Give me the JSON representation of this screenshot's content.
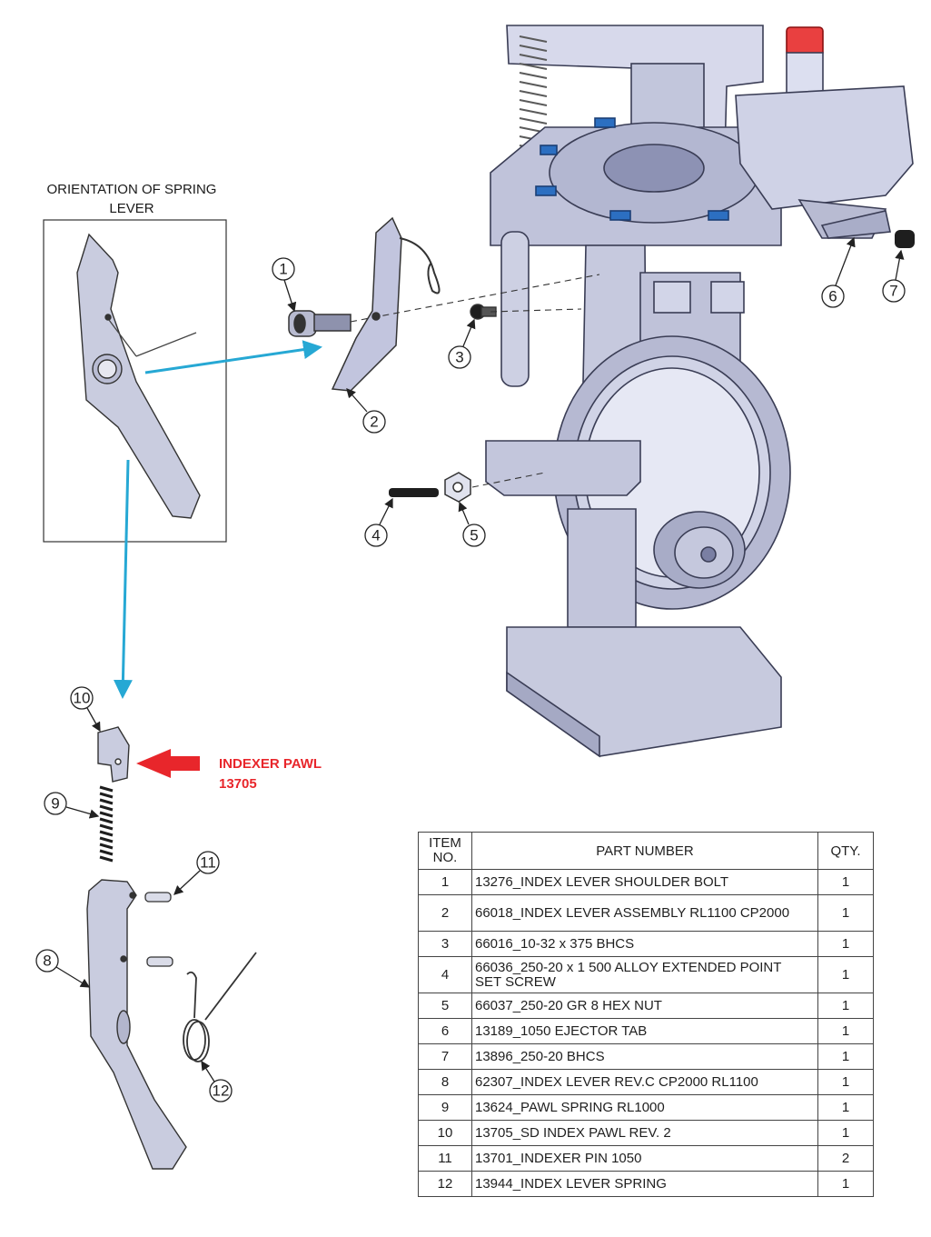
{
  "orientation_caption": "ORIENTATION OF SPRING LEVER",
  "pawl_callout": {
    "line1": "INDEXER PAWL",
    "line2": "13705",
    "color": "#e8262b"
  },
  "accent_color": "#26a8d4",
  "balloons": [
    "1",
    "2",
    "3",
    "4",
    "5",
    "6",
    "7",
    "8",
    "9",
    "10",
    "11",
    "12"
  ],
  "bom": {
    "headers": {
      "item_line1": "ITEM",
      "item_line2": "NO.",
      "part": "PART NUMBER",
      "qty": "QTY."
    },
    "rows": [
      {
        "item": "1",
        "part": "13276_INDEX LEVER SHOULDER BOLT",
        "qty": "1"
      },
      {
        "item": "2",
        "part": "66018_INDEX LEVER ASSEMBLY RL1100 CP2000",
        "qty": "1"
      },
      {
        "item": "3",
        "part": "66016_10-32 x 375 BHCS",
        "qty": "1"
      },
      {
        "item": "4",
        "part": "66036_250-20 x 1 500 ALLOY EXTENDED POINT SET SCREW",
        "qty": "1"
      },
      {
        "item": "5",
        "part": "66037_250-20 GR 8 HEX NUT",
        "qty": "1"
      },
      {
        "item": "6",
        "part": "13189_1050 EJECTOR TAB",
        "qty": "1"
      },
      {
        "item": "7",
        "part": "13896_250-20 BHCS",
        "qty": "1"
      },
      {
        "item": "8",
        "part": "62307_INDEX LEVER REV.C CP2000 RL1100",
        "qty": "1"
      },
      {
        "item": "9",
        "part": "13624_PAWL SPRING RL1000",
        "qty": "1"
      },
      {
        "item": "10",
        "part": "13705_SD INDEX PAWL REV. 2",
        "qty": "1"
      },
      {
        "item": "11",
        "part": "13701_INDEXER PIN 1050",
        "qty": "2"
      },
      {
        "item": "12",
        "part": "13944_INDEX LEVER SPRING",
        "qty": "1"
      }
    ]
  }
}
